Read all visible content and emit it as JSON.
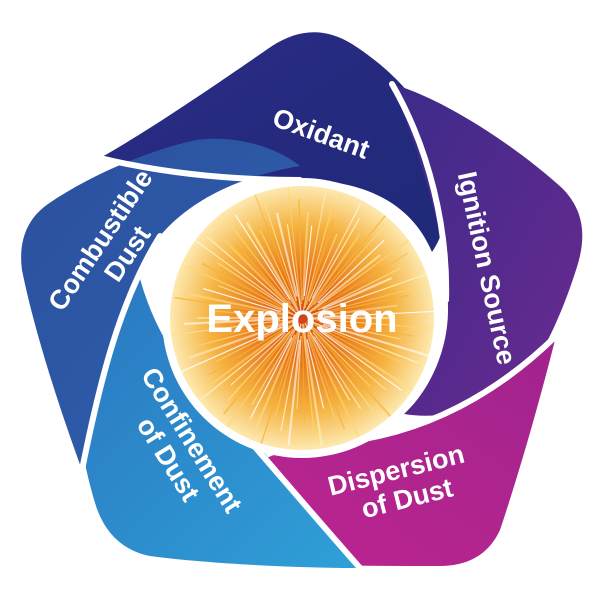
{
  "center": {
    "label": "Explosion"
  },
  "segments": [
    {
      "id": "oxidant",
      "lines": [
        "Oxidant"
      ],
      "color": "#2e2c86"
    },
    {
      "id": "ignition",
      "lines": [
        "Ignition Source"
      ],
      "color": "#5a2a8c"
    },
    {
      "id": "dispersion",
      "lines": [
        "Dispersion",
        "of Dust"
      ],
      "color": "#b0238f"
    },
    {
      "id": "confinement",
      "lines": [
        "Confinement",
        "of Dust"
      ],
      "color": "#2f8fc9"
    },
    {
      "id": "combustible",
      "lines": [
        "Combustible",
        "Dust"
      ],
      "color": "#2a5aa6"
    }
  ]
}
